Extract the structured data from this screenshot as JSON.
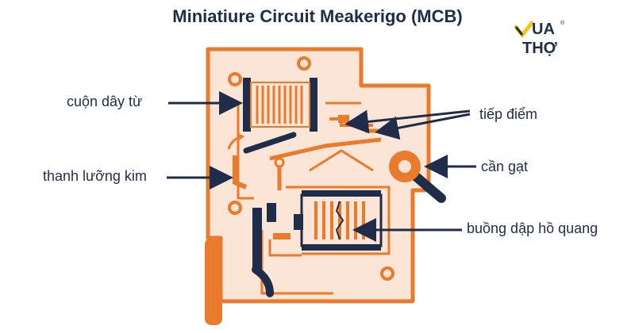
{
  "title": "Miniatiure Circuit Meakerigo (MCB)",
  "logo": {
    "line1": "UA",
    "line2": "THỢ",
    "mark": "V"
  },
  "labels": {
    "coil": "cuộn dây từ",
    "bimetal": "thanh lưỡng kim",
    "contacts": "tiếp điểm",
    "lever": "cần gạt",
    "arc_chamber": "buồng dập hồ quang"
  },
  "colors": {
    "orange": "#ea7a2c",
    "body_fill": "#fbe5d6",
    "navy": "#1f2d4b",
    "logo_yellow": "#f5c518"
  }
}
